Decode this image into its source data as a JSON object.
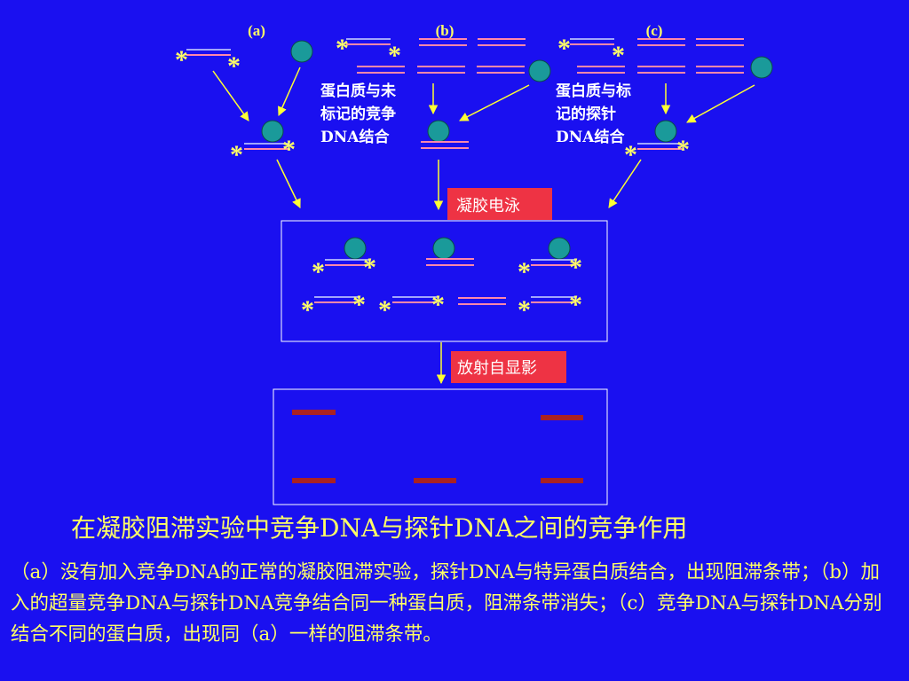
{
  "columns": {
    "a": "(a)",
    "b": "(b)",
    "c": "(c)"
  },
  "notes": {
    "b": [
      "蛋白质与未",
      "标记的竞争",
      "DNA结合"
    ],
    "c": [
      "蛋白质与标",
      "记的探针",
      "DNA结合"
    ]
  },
  "labels": {
    "electrophoresis": "凝胶电泳",
    "autoradiography": "放射自显影"
  },
  "star": "*",
  "title": "在凝胶阻滞实验中竞争DNA与探针DNA之间的竞争作用",
  "caption": "（a）没有加入竞争DNA的正常的凝胶阻滞实验，探针DNA与特异蛋白质结合，出现阻滞条带；（b）加入的超量竞争DNA与探针DNA竞争结合同一种蛋白质，阻滞条带消失；（c）竞争DNA与探针DNA分别结合不同的蛋白质，出现同（a）一样的阻滞条带。",
  "colors": {
    "background": "#1a10f0",
    "strand_pink": "#ff88aa",
    "strand_light": "#d0d8ff",
    "protein": "#1a9a9a",
    "star": "#ffff66",
    "arrow": "#ffff33",
    "tag_bg": "#ee3344",
    "band": "#aa2222"
  }
}
